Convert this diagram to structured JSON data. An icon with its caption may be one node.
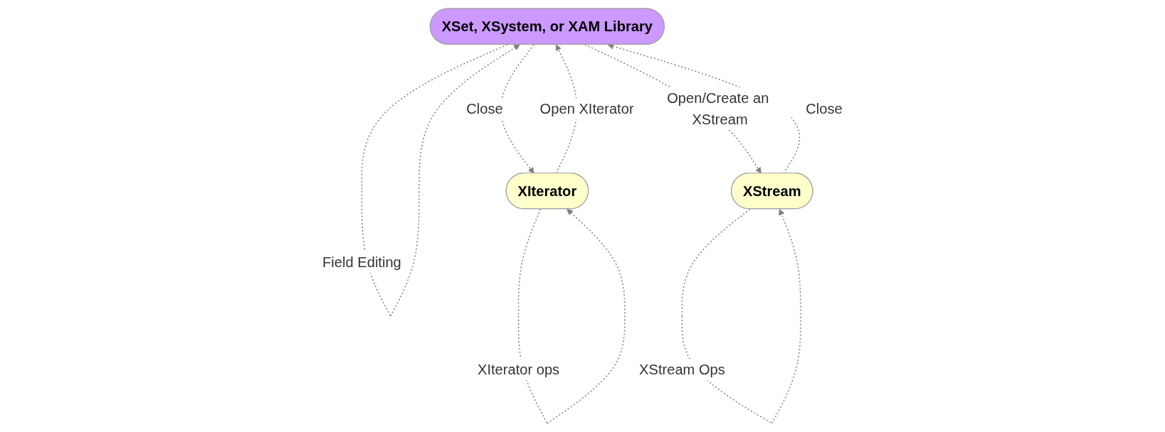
{
  "diagram": {
    "nodes": [
      {
        "text": [
          "XSet, XSystem,  or XAM Library"
        ]
      },
      {
        "text": [
          "XIterator"
        ]
      },
      {
        "text": [
          "XStream"
        ]
      }
    ],
    "edges": [
      {
        "from": 0,
        "to": 0,
        "arrow": "to",
        "label": "Field Editing",
        "style": "dashed"
      },
      {
        "from": 1,
        "to": 0,
        "arrow": "to",
        "label": "Open XIterator",
        "style": "dashed"
      },
      {
        "from": 0,
        "to": 1,
        "arrow": "to",
        "label": "Close",
        "style": "dashed"
      },
      {
        "from": 1,
        "to": 1,
        "arrow": "to",
        "label": "XIterator ops",
        "style": "dashed"
      },
      {
        "from": 0,
        "to": 2,
        "arrow": "to",
        "label": "Open/Create an XStream",
        "style": "dashed"
      },
      {
        "from": 2,
        "to": 0,
        "arrow": "to",
        "label": "Close",
        "style": "dashed"
      },
      {
        "from": 2,
        "to": 2,
        "arrow": "to",
        "label": "XStream Ops",
        "style": "dashed"
      }
    ]
  }
}
